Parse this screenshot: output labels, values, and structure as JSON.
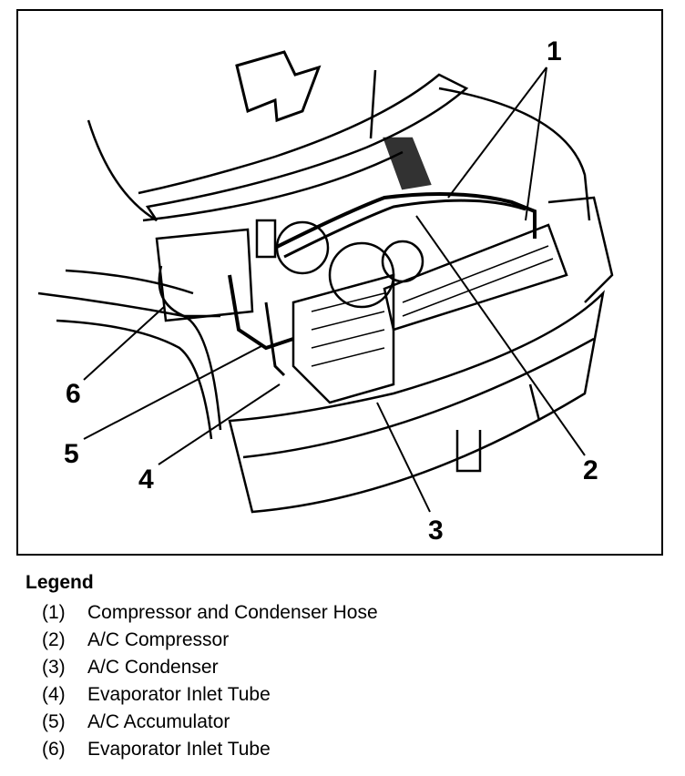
{
  "figure": {
    "callouts": [
      "1",
      "2",
      "3",
      "4",
      "5",
      "6"
    ]
  },
  "legend": {
    "title": "Legend",
    "items": [
      {
        "num": "(1)",
        "label": "Compressor and Condenser Hose"
      },
      {
        "num": "(2)",
        "label": "A/C Compressor"
      },
      {
        "num": "(3)",
        "label": "A/C Condenser"
      },
      {
        "num": "(4)",
        "label": "Evaporator Inlet Tube"
      },
      {
        "num": "(5)",
        "label": "A/C Accumulator"
      },
      {
        "num": "(6)",
        "label": "Evaporator Inlet Tube"
      }
    ]
  }
}
